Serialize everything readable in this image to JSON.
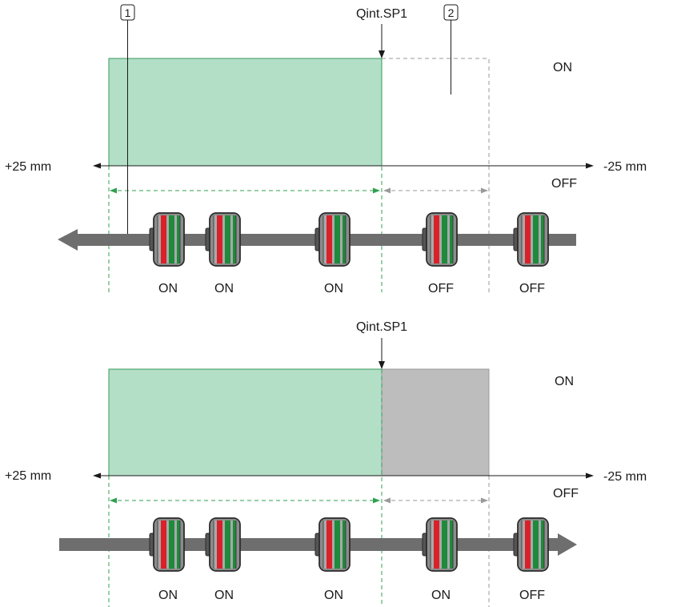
{
  "panel_top": {
    "setpoint_label": "Qint.SP1",
    "callout_1": "1",
    "callout_2": "2",
    "on_label": "ON",
    "off_label": "OFF",
    "left_range": "+25 mm",
    "right_range": "-25 mm",
    "belt_direction": "left",
    "targets": [
      "ON",
      "ON",
      "ON",
      "OFF",
      "OFF"
    ]
  },
  "panel_bottom": {
    "setpoint_label": "Qint.SP1",
    "on_label": "ON",
    "off_label": "OFF",
    "left_range": "+25 mm",
    "right_range": "-25 mm",
    "belt_direction": "right",
    "targets": [
      "ON",
      "ON",
      "ON",
      "ON",
      "OFF"
    ]
  },
  "colors": {
    "on_zone": "#b3dfc7",
    "on_zone_border": "#3a9a5a",
    "hysteresis_zone": "#bdbdbd",
    "belt": "#6e6e6e",
    "dash_green": "#2fa050",
    "dash_gray": "#9a9a9a",
    "target_red": "#d9212a",
    "target_green": "#1e8a3c"
  }
}
